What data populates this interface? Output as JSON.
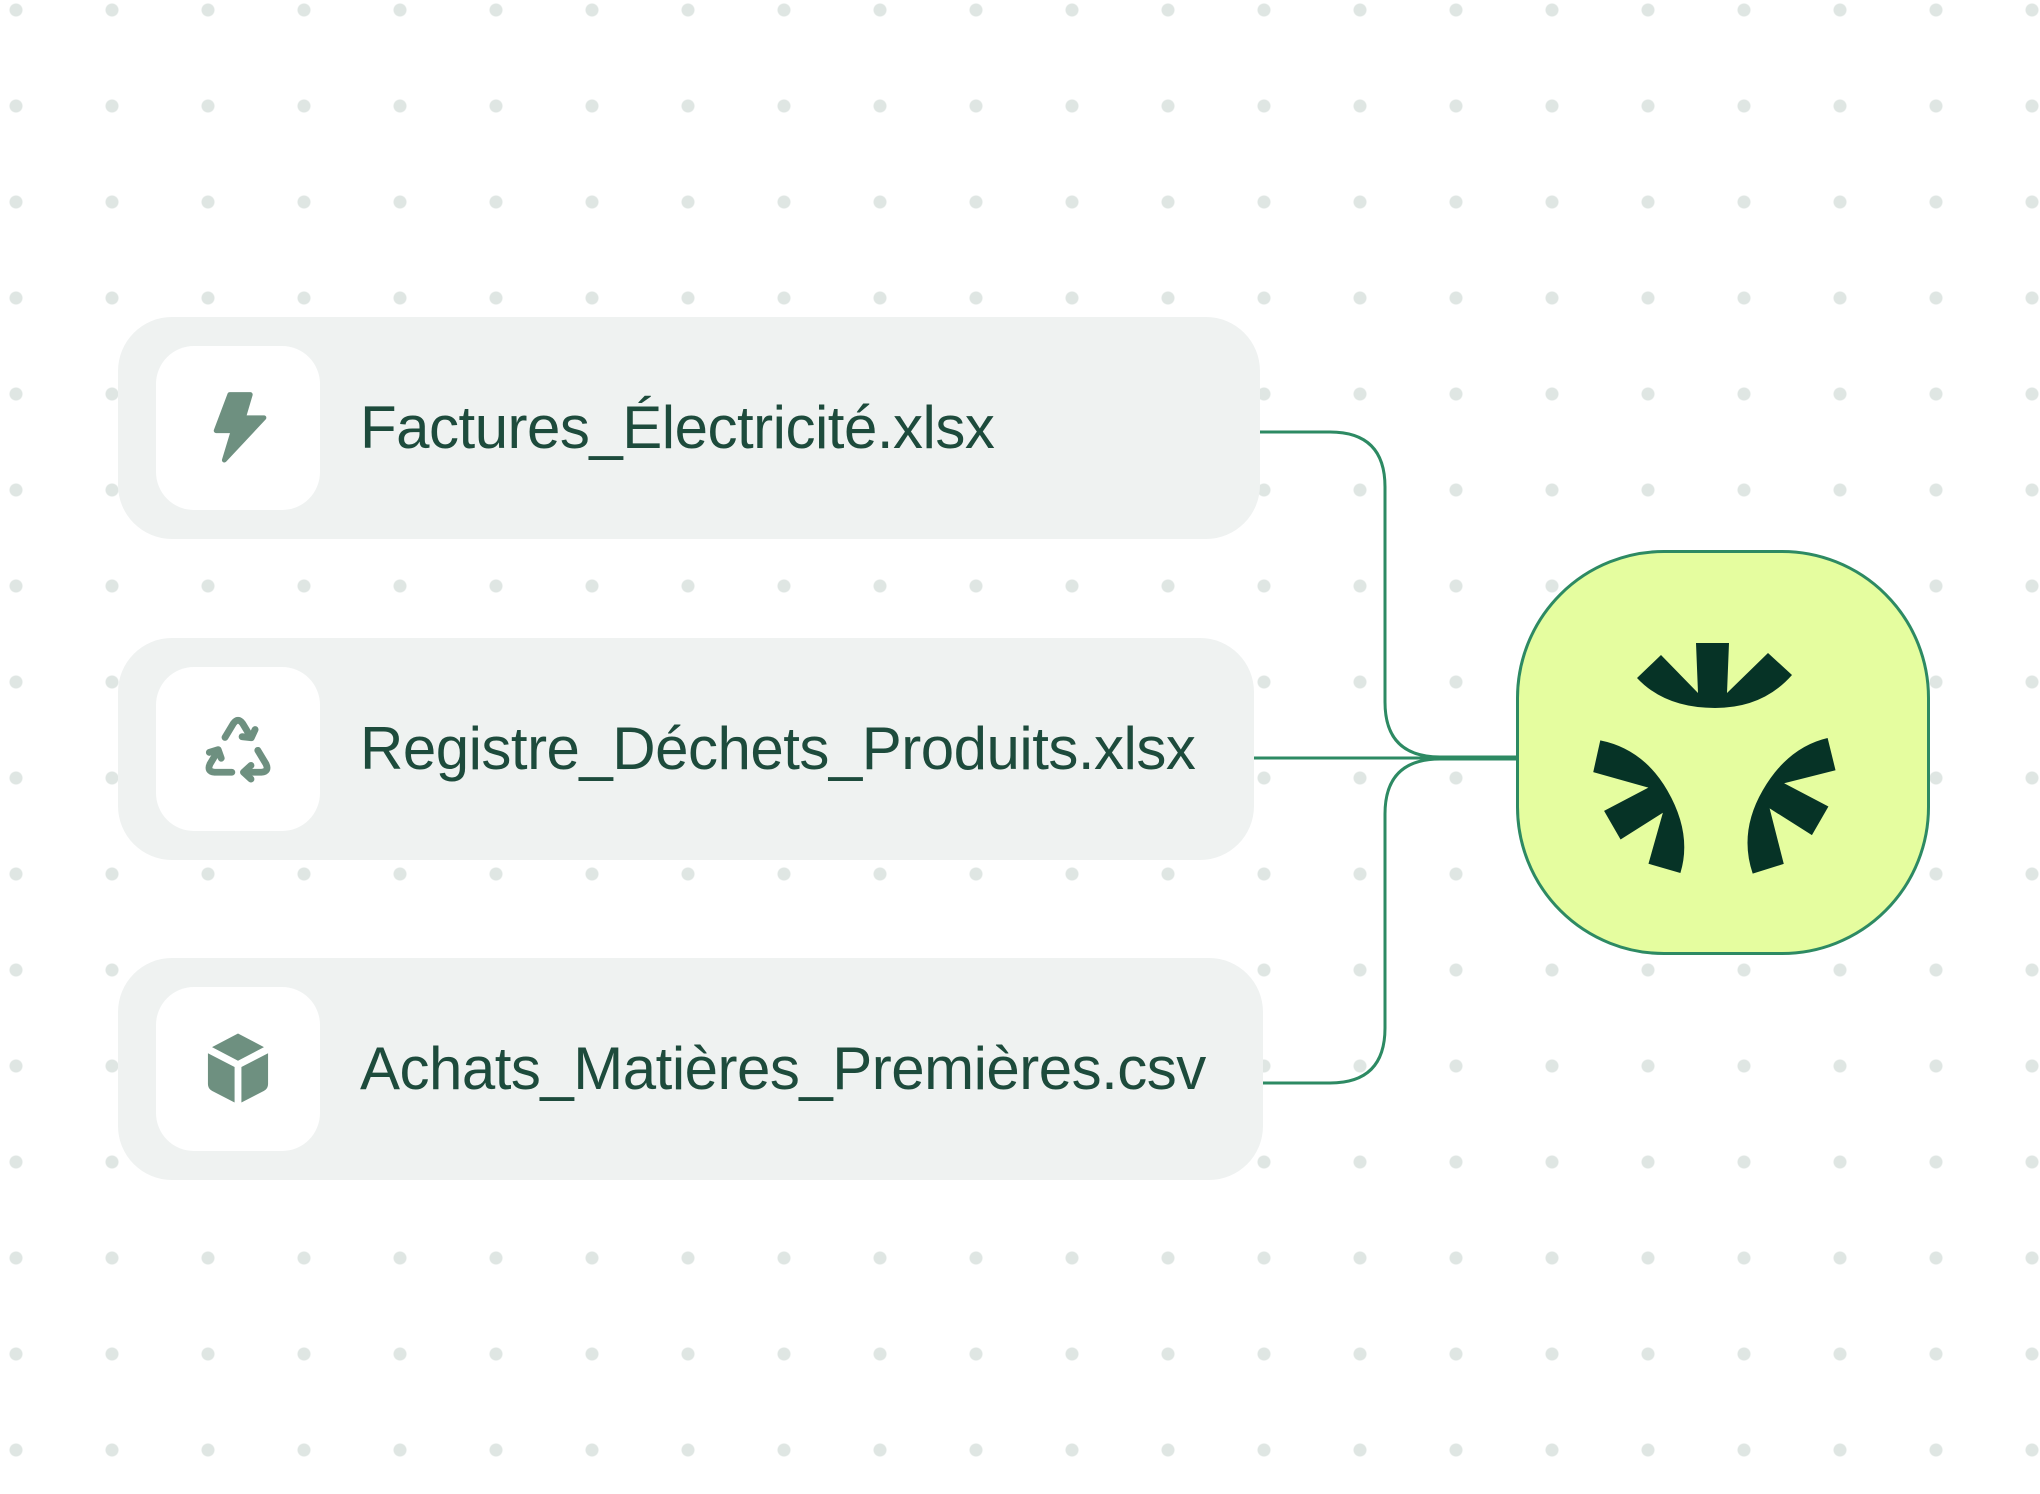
{
  "diagram": {
    "files": [
      {
        "name": "Factures_Électricité.xlsx",
        "icon": "lightning-bolt-icon"
      },
      {
        "name": "Registre_Déchets_Produits.xlsx",
        "icon": "recycle-icon"
      },
      {
        "name": "Achats_Matières_Premières.csv",
        "icon": "box-icon"
      }
    ],
    "hub": {
      "icon": "brand-logo-icon"
    },
    "colors": {
      "card_background": "#eff2f1",
      "icon_fill": "#6e9080",
      "text": "#1d4b3c",
      "connector": "#2d8a63",
      "hub_background": "#e5fd9f",
      "logo": "#063326"
    }
  }
}
